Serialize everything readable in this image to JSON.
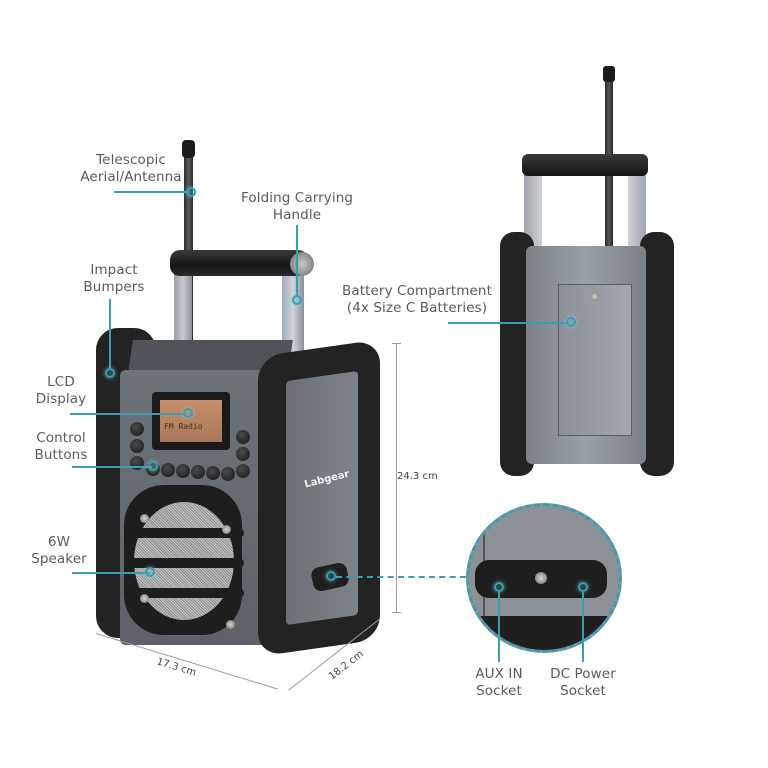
{
  "product": {
    "brand": "Labgear",
    "lcd_text": "FM Radio"
  },
  "callouts": {
    "antenna": "Telescopic\nAerial/Antenna",
    "antenna_line1": "Telescopic",
    "antenna_line2": "Aerial/Antenna",
    "handle_line1": "Folding Carrying",
    "handle_line2": "Handle",
    "bumpers_line1": "Impact",
    "bumpers_line2": "Bumpers",
    "lcd_line1": "LCD",
    "lcd_line2": "Display",
    "buttons_line1": "Control",
    "buttons_line2": "Buttons",
    "speaker_line1": "6W",
    "speaker_line2": "Speaker",
    "battery_line1": "Battery Compartment",
    "battery_line2": "(4x Size C Batteries)",
    "aux_line1": "AUX IN",
    "aux_line2": "Socket",
    "dc_line1": "DC Power",
    "dc_line2": "Socket"
  },
  "dimensions": {
    "height": "24.3 cm",
    "width": "17.3 cm",
    "depth": "18.2 cm"
  },
  "colors": {
    "callout": "#3a9db0",
    "label_text": "#5a5a5a",
    "bumper": "#232323",
    "body_metal": "#7d828a"
  }
}
